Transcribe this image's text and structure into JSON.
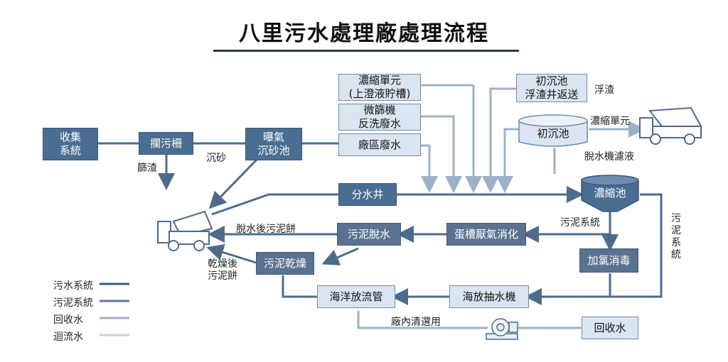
{
  "title": "八里污水處理廠處理流程",
  "boxes": {
    "collect": "收集\n系統",
    "screen": "攔污柵",
    "grit": "曝氣\n沉砂池",
    "conc_unit": "濃縮單元\n(上澄液貯槽)",
    "micro": "微篩機\n反洗廢水",
    "plant": "廠區廢水",
    "scum": "初沉池\n浮渣井返送",
    "primary": "初沉池",
    "split": "分水井",
    "thick": "濃縮池",
    "digest": "蛋槽厭氣消化",
    "dewater": "污泥脫水",
    "dry": "污泥乾燥",
    "chlor": "加氯消毒",
    "outfall": "海洋放流管",
    "pump": "海放抽水機",
    "reuse": "回收水"
  },
  "labels": {
    "screenings": "篩渣",
    "sand": "沉砂",
    "scum": "浮渣",
    "conc_unit": "濃縮單元",
    "filtrate": "脫水機濾液",
    "sludge_sys": "污泥系統",
    "sludge_vertical": "污\n泥\n系\n統",
    "cake": "脫水後污泥餅",
    "dry_cake": "乾燥後\n污泥餅",
    "plant_use": "廠內清選用"
  },
  "legend": [
    {
      "label": "污水系統",
      "color": "#3f5a7a"
    },
    {
      "label": "污泥系統",
      "color": "#5f7895"
    },
    {
      "label": "回收水",
      "color": "#9db1c9"
    },
    {
      "label": "迴流水",
      "color": "#c3d1e1"
    }
  ],
  "colors": {
    "sewage": "#4f6b8c",
    "sludge": "#5f7895",
    "reclaim": "#9db1c9",
    "return": "#c3d1e1"
  }
}
